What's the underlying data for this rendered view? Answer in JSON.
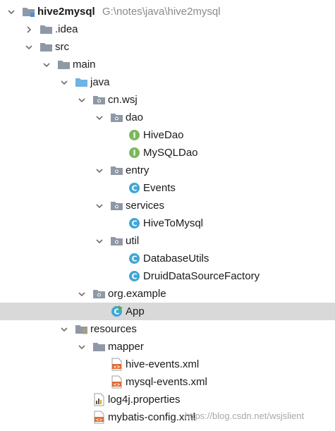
{
  "project": {
    "name": "hive2mysql",
    "path": "G:\\notes\\java\\hive2mysql"
  },
  "tree": [
    {
      "key": "project",
      "label": "hive2mysql",
      "depth": 0,
      "arrow": "down",
      "icon": "module-folder",
      "bold": true
    },
    {
      "key": "idea",
      "label": ".idea",
      "depth": 1,
      "arrow": "right",
      "icon": "folder"
    },
    {
      "key": "src",
      "label": "src",
      "depth": 1,
      "arrow": "down",
      "icon": "folder"
    },
    {
      "key": "main",
      "label": "main",
      "depth": 2,
      "arrow": "down",
      "icon": "folder"
    },
    {
      "key": "java",
      "label": "java",
      "depth": 3,
      "arrow": "down",
      "icon": "source-folder"
    },
    {
      "key": "cn_wsj",
      "label": "cn.wsj",
      "depth": 4,
      "arrow": "down",
      "icon": "package"
    },
    {
      "key": "dao",
      "label": "dao",
      "depth": 5,
      "arrow": "down",
      "icon": "package"
    },
    {
      "key": "hivedao",
      "label": "HiveDao",
      "depth": 6,
      "arrow": "none",
      "icon": "interface"
    },
    {
      "key": "mysqldao",
      "label": "MySQLDao",
      "depth": 6,
      "arrow": "none",
      "icon": "interface"
    },
    {
      "key": "entry",
      "label": "entry",
      "depth": 5,
      "arrow": "down",
      "icon": "package"
    },
    {
      "key": "events",
      "label": "Events",
      "depth": 6,
      "arrow": "none",
      "icon": "class"
    },
    {
      "key": "services",
      "label": "services",
      "depth": 5,
      "arrow": "down",
      "icon": "package"
    },
    {
      "key": "hivetomysql",
      "label": "HiveToMysql",
      "depth": 6,
      "arrow": "none",
      "icon": "class"
    },
    {
      "key": "util",
      "label": "util",
      "depth": 5,
      "arrow": "down",
      "icon": "package"
    },
    {
      "key": "databaseutils",
      "label": "DatabaseUtils",
      "depth": 6,
      "arrow": "none",
      "icon": "class"
    },
    {
      "key": "druid",
      "label": "DruidDataSourceFactory",
      "depth": 6,
      "arrow": "none",
      "icon": "class"
    },
    {
      "key": "orgexample",
      "label": "org.example",
      "depth": 4,
      "arrow": "down",
      "icon": "package"
    },
    {
      "key": "app",
      "label": "App",
      "depth": 5,
      "arrow": "none",
      "icon": "main-class",
      "selected": true
    },
    {
      "key": "resources",
      "label": "resources",
      "depth": 3,
      "arrow": "down",
      "icon": "resources-folder"
    },
    {
      "key": "mapper",
      "label": "mapper",
      "depth": 4,
      "arrow": "down",
      "icon": "folder"
    },
    {
      "key": "hiveevents",
      "label": "hive-events.xml",
      "depth": 5,
      "arrow": "none",
      "icon": "xml-file"
    },
    {
      "key": "mysqlevents",
      "label": "mysql-events.xml",
      "depth": 5,
      "arrow": "none",
      "icon": "xml-file"
    },
    {
      "key": "log4j",
      "label": "log4j.properties",
      "depth": 4,
      "arrow": "none",
      "icon": "properties-file"
    },
    {
      "key": "mybatis",
      "label": "mybatis-config.xml",
      "depth": 4,
      "arrow": "none",
      "icon": "xml-file"
    }
  ],
  "watermark": "https://blog.csdn.net/wsjslient",
  "colors": {
    "folder": "#8f98a6",
    "source_folder": "#6db3e5",
    "package_dot": "#5c6470",
    "interface": "#7bb85c",
    "class": "#3fa6d6",
    "xml": "#e06b2f",
    "selected_row": "#d9d9d9"
  }
}
